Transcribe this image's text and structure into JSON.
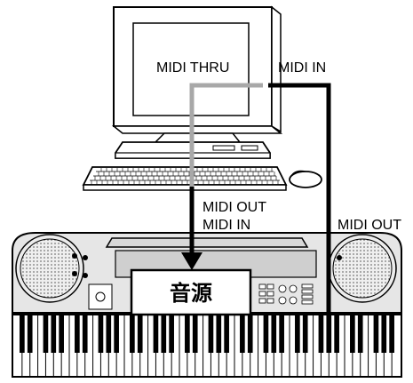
{
  "labels": {
    "midi_thru": "MIDI THRU",
    "midi_in_top": "MIDI IN",
    "midi_out_mid": "MIDI OUT",
    "midi_in_mid": "MIDI IN",
    "midi_out_right": "MIDI OUT",
    "sound_source": "音源"
  },
  "colors": {
    "thru_line": "#a8a8a8",
    "out_line": "#000000",
    "device_fill": "#e6e6e6",
    "display_fill": "#cfcfcf"
  },
  "icons": [
    "computer-icon",
    "keyboard-icon",
    "mouse-icon",
    "electronic-keyboard-icon"
  ]
}
